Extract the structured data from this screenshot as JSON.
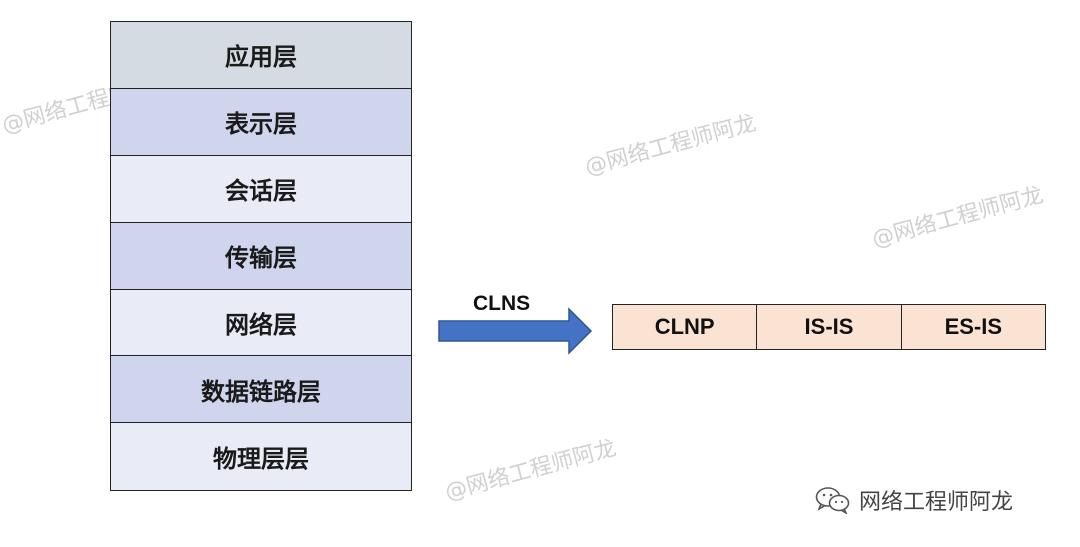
{
  "layers": [
    {
      "label": "应用层",
      "color": "#d5dbe2"
    },
    {
      "label": "表示层",
      "color": "#cfd5ec"
    },
    {
      "label": "会话层",
      "color": "#e9ecf6"
    },
    {
      "label": "传输层",
      "color": "#cfd5ec"
    },
    {
      "label": "网络层",
      "color": "#e9ecf6"
    },
    {
      "label": "数据链路层",
      "color": "#cfd5ec"
    },
    {
      "label": "物理层层",
      "color": "#e9ecf6"
    }
  ],
  "arrow": {
    "label": "CLNS",
    "color": "#4472c4"
  },
  "protocols": [
    "CLNP",
    "IS-IS",
    "ES-IS"
  ],
  "protocol_fill": "#fbe3d4",
  "watermark": "@网络工程师阿龙",
  "brand": {
    "name": "网络工程师阿龙",
    "icon": "wechat-icon"
  }
}
